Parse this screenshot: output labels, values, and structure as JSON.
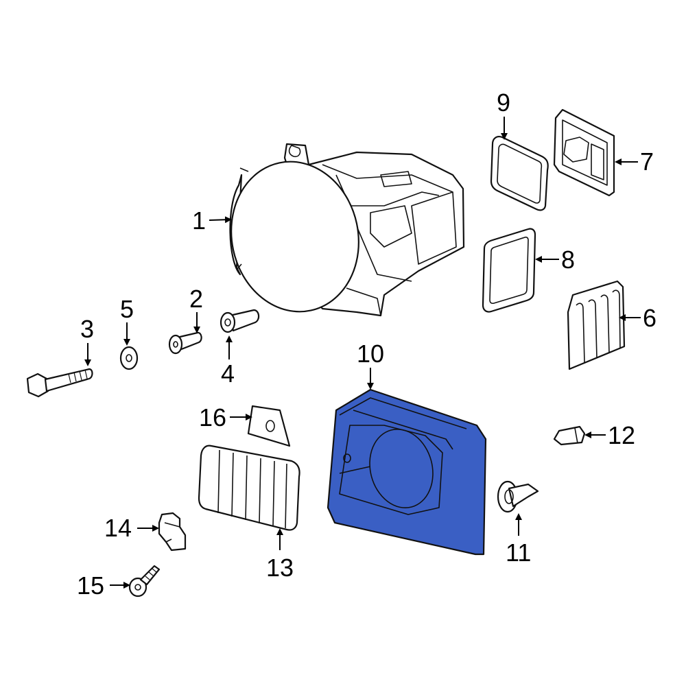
{
  "colors": {
    "highlight": "#3a5fc4",
    "line": "#111111",
    "background": "#ffffff"
  },
  "callouts": {
    "c1": "1",
    "c2": "2",
    "c3": "3",
    "c4": "4",
    "c5": "5",
    "c6": "6",
    "c7": "7",
    "c8": "8",
    "c9": "9",
    "c10": "10",
    "c11": "11",
    "c12": "12",
    "c13": "13",
    "c14": "14",
    "c15": "15",
    "c16": "16"
  }
}
